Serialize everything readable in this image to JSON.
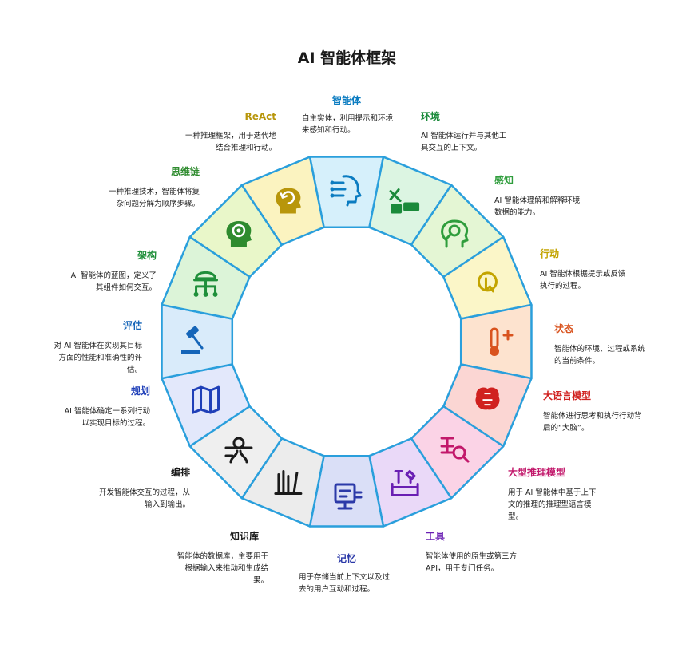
{
  "title": "AI 智能体框架",
  "segments": [
    {
      "id": "agent",
      "label": "智能体",
      "desc": "自主实体，利用提示和环境来感知和行动。",
      "color": "#0b7cc1",
      "fill": "#d6f0fb",
      "icon": "ai-head-icon"
    },
    {
      "id": "environment",
      "label": "环境",
      "desc": "AI 智能体运行并与其他工具交互的上下文。",
      "color": "#1a8a3a",
      "fill": "#dcf5e2",
      "icon": "tools-environment-icon"
    },
    {
      "id": "perception",
      "label": "感知",
      "desc": "AI 智能体理解和解释环境数据的能力。",
      "color": "#2f9d3c",
      "fill": "#e4f6d4",
      "icon": "head-magnifier-icon"
    },
    {
      "id": "action",
      "label": "行动",
      "desc": "AI 智能体根据提示或反馈执行的过程。",
      "color": "#c3a400",
      "fill": "#fbf6c8",
      "icon": "pointer-click-icon"
    },
    {
      "id": "state",
      "label": "状态",
      "desc": "智能体的环境、过程或系统的当前条件。",
      "color": "#d9531e",
      "fill": "#fde3cf",
      "icon": "thermometer-icon"
    },
    {
      "id": "llm",
      "label": "大语言模型",
      "desc": "智能体进行思考和执行行动背后的“大脑”。",
      "color": "#d0211f",
      "fill": "#fbd6d3",
      "icon": "brain-circuit-icon"
    },
    {
      "id": "lrm",
      "label": "大型推理模型",
      "desc": "用于 AI 智能体中基于上下文的推理的推理型语言模型。",
      "color": "#c2186b",
      "fill": "#fbd3e6",
      "icon": "text-search-icon"
    },
    {
      "id": "tools",
      "label": "工具",
      "desc": "智能体使用的原生或第三方 API，用于专门任务。",
      "color": "#6a1fb3",
      "fill": "#ead9f8",
      "icon": "toolbox-icon"
    },
    {
      "id": "memory",
      "label": "记忆",
      "desc": "用于存储当前上下文以及过去的用户互动和过程。",
      "color": "#2b39a8",
      "fill": "#dadff7",
      "icon": "memory-chip-icon"
    },
    {
      "id": "kb",
      "label": "知识库",
      "desc": "智能体的数据库，主要用于根据输入来推动和生成结果。",
      "color": "#1a1a1a",
      "fill": "#ececec",
      "icon": "bookshelf-icon"
    },
    {
      "id": "orchestration",
      "label": "编排",
      "desc": "开发智能体交互的过程，从输入到输出。",
      "color": "#1a1a1a",
      "fill": "#efefef",
      "icon": "orchestration-network-icon"
    },
    {
      "id": "planning",
      "label": "规划",
      "desc": "AI 智能体确定一系列行动以实现目标的过程。",
      "color": "#1f3fb8",
      "fill": "#e3e8fb",
      "icon": "map-icon"
    },
    {
      "id": "evaluation",
      "label": "评估",
      "desc": "对 AI 智能体在实现其目标方面的性能和准确性的评估。",
      "color": "#1565b8",
      "fill": "#d9ebfa",
      "icon": "gavel-icon"
    },
    {
      "id": "architecture",
      "label": "架构",
      "desc": "AI 智能体的蓝图，定义了其组件如何交互。",
      "color": "#1f8f3a",
      "fill": "#dcf4d8",
      "icon": "hierarchy-icon"
    },
    {
      "id": "cot",
      "label": "思维链",
      "desc": "一种推理技术，智能体将复杂问题分解为顺序步骤。",
      "color": "#2e8b2e",
      "fill": "#e9f7c9",
      "icon": "head-gear-icon"
    },
    {
      "id": "react",
      "label": "ReAct",
      "desc": "一种推理框架，用于迭代地结合推理和行动。",
      "color": "#b8960b",
      "fill": "#fbf3c0",
      "icon": "head-cycle-icon"
    }
  ]
}
